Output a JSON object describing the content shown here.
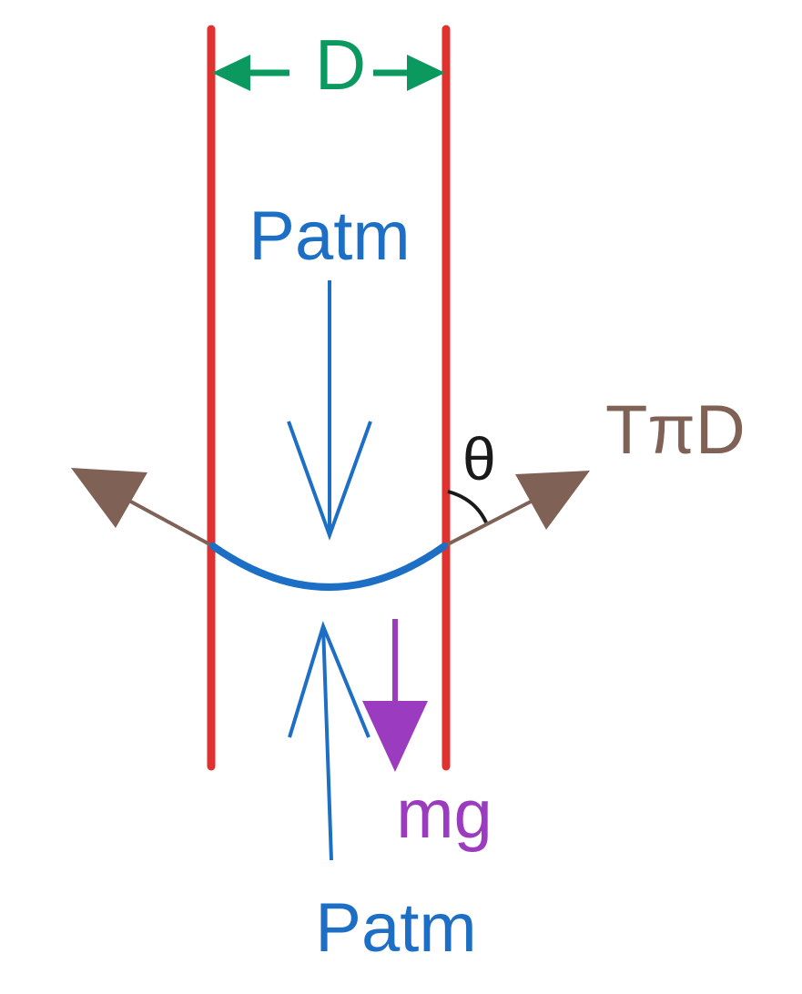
{
  "labels": {
    "width": "D",
    "pressure_top": "Patm",
    "pressure_bottom": "Patm",
    "tension": "TπD",
    "angle": "θ",
    "weight": "mg"
  },
  "colors": {
    "tube_wall": "#e03131",
    "dimension": "#0c9960",
    "pressure": "#1c6fc4",
    "meniscus": "#1c6fc4",
    "tension": "#7f6155",
    "angle": "#1a1a1a",
    "weight": "#9b3bbf"
  }
}
